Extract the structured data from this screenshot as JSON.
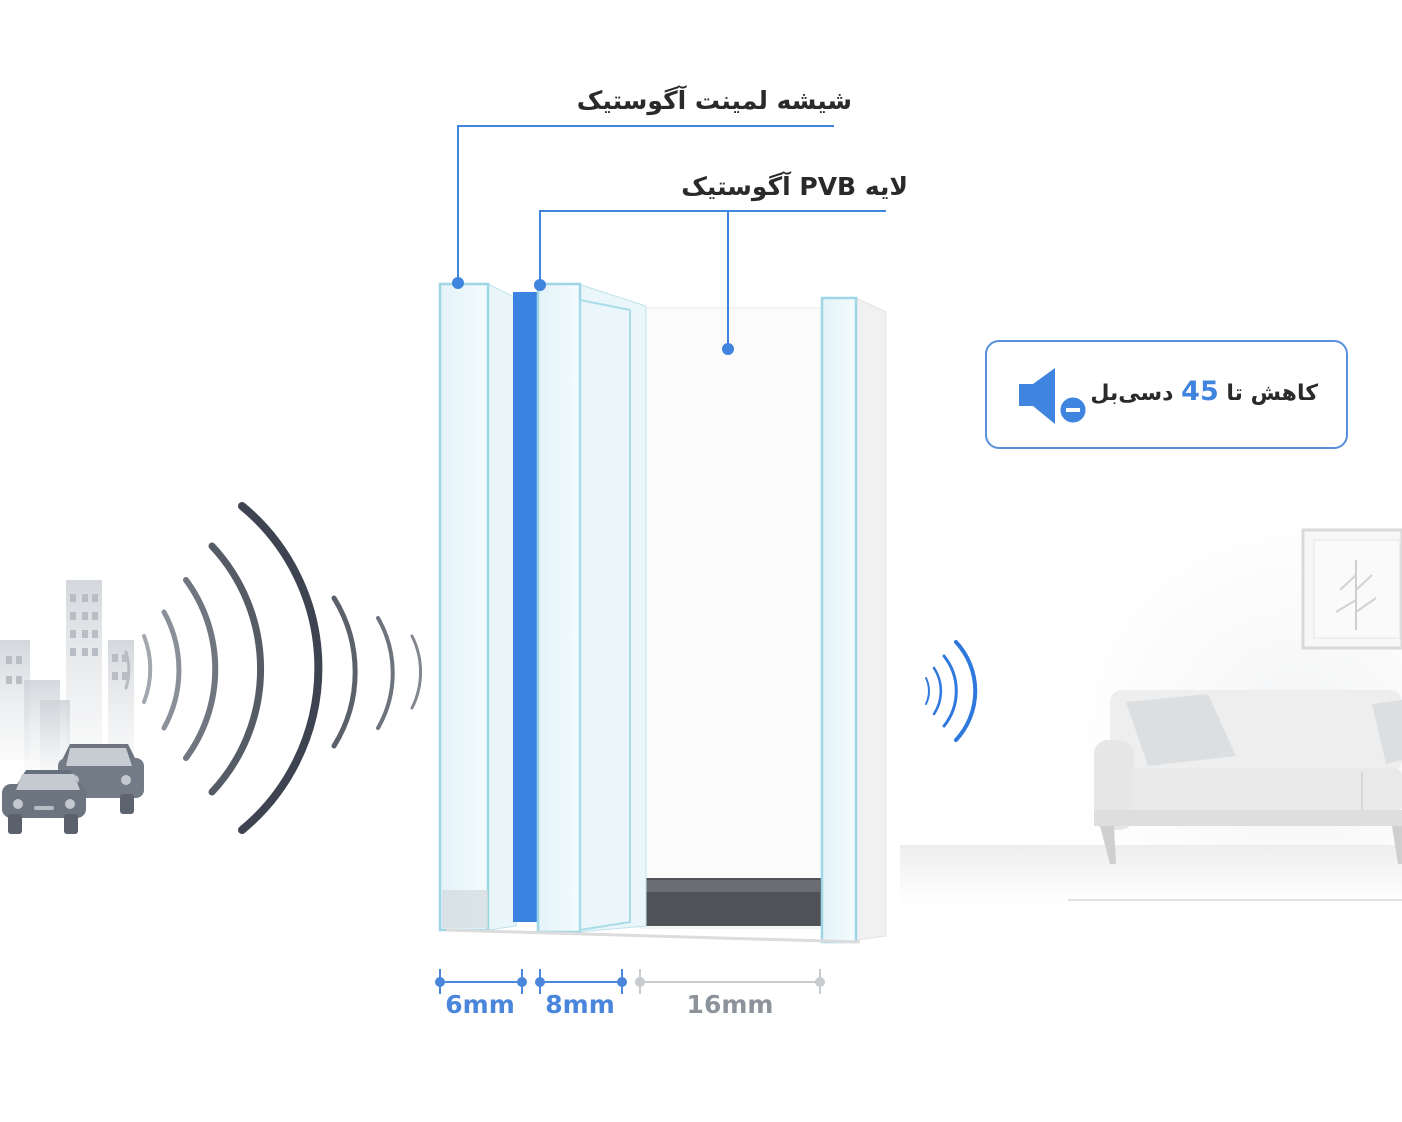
{
  "labels": {
    "laminate_glass": "شیشه لمینت آگوستیک",
    "pvb_layer": "لایه PVB آگوستیک"
  },
  "dimensions": {
    "outer_glass": "6mm",
    "inner_laminate": "8mm",
    "air_gap": "16mm"
  },
  "noise_reduction": {
    "prefix": "کاهش تا",
    "value": "45",
    "unit": "دسی‌بل",
    "icon": "volume-minus-icon"
  },
  "colors": {
    "accent": "#3f84df",
    "pvb": "#3b83e0",
    "glass_edge": "#9ed6e6",
    "wave_dark": "#3d4350",
    "wave_blue": "#2f78de"
  }
}
